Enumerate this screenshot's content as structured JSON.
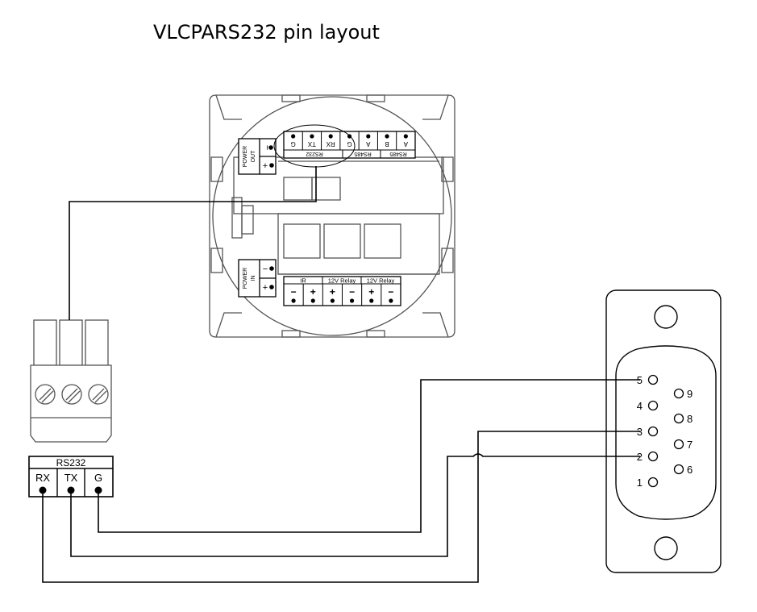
{
  "title": "VLCPARS232 pin layout",
  "device": {
    "power_out": [
      "POWER",
      "OUT"
    ],
    "power_in": [
      "POWER",
      "IN"
    ],
    "minus": "−",
    "plus": "+",
    "top_terminals": [
      "G",
      "TX",
      "RX",
      "G",
      "A",
      "B",
      "A"
    ],
    "top_groups": [
      "RS232",
      "RS485",
      "RS485"
    ],
    "bottom_groups": [
      "IR",
      "12V Relay",
      "12V Relay"
    ]
  },
  "connector_label": {
    "title": "RS232",
    "pins": [
      "RX",
      "TX",
      "G"
    ]
  },
  "db9": {
    "pins_top_row": [
      "5",
      "4",
      "3",
      "2",
      "1"
    ],
    "pins_bottom_row": [
      "9",
      "8",
      "7",
      "6"
    ]
  },
  "colors": {
    "line": "#000000",
    "light_line": "#666666",
    "background": "#ffffff"
  }
}
